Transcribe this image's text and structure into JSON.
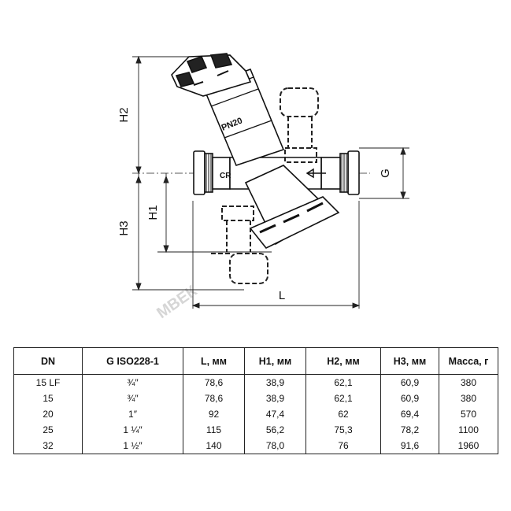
{
  "drawing": {
    "dimension_labels": {
      "h2": "H2",
      "h1": "H1",
      "h3": "H3",
      "l": "L",
      "g": "G"
    },
    "valve_marking": "PN20",
    "logo_mark": "CR",
    "watermark": "МВЕК"
  },
  "table": {
    "headers": [
      "DN",
      "G ISO228-1",
      "L, мм",
      "H1, мм",
      "H2, мм",
      "H3, мм",
      "Масса, г"
    ],
    "rows": [
      [
        "15 LF",
        "¾″",
        "78,6",
        "38,9",
        "62,1",
        "60,9",
        "380"
      ],
      [
        "15",
        "¾″",
        "78,6",
        "38,9",
        "62,1",
        "60,9",
        "380"
      ],
      [
        "20",
        "1″",
        "92",
        "47,4",
        "62",
        "69,4",
        "570"
      ],
      [
        "25",
        "1 ¼″",
        "115",
        "56,2",
        "75,3",
        "78,2",
        "1100"
      ],
      [
        "32",
        "1 ½″",
        "140",
        "78,0",
        "76",
        "91,6",
        "1960"
      ]
    ]
  }
}
